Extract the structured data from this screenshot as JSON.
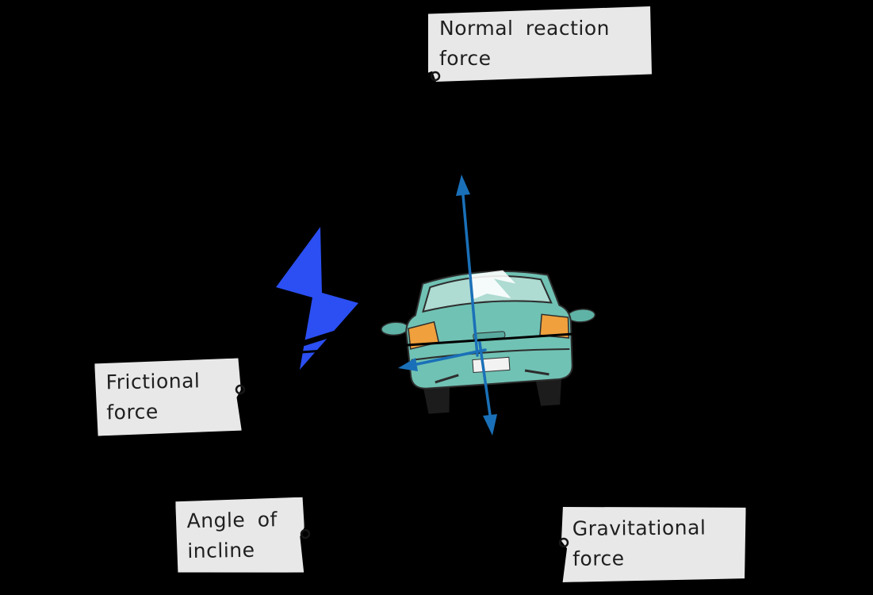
{
  "figure": {
    "background_color": "#000000",
    "labels": {
      "normal_reaction": {
        "line1": "Normal reaction",
        "line2": "force"
      },
      "frictional": {
        "line1": "Frictional",
        "line2": "force"
      },
      "angle_of_incline": {
        "line1": "Angle of",
        "line2": "incline"
      },
      "gravitational": {
        "line1": "Gravitational",
        "line2": "force"
      }
    },
    "colors": {
      "arrow": "#1a70b8",
      "label_background": "#e8e8e8",
      "label_text": "#1f1f1f",
      "car_body": "#70c2b4",
      "car_window": "#aedbd2",
      "car_taillight": "#f0a03c",
      "bolt_blue": "#2b4ff2",
      "incline_line": "#000000"
    },
    "icons": {
      "lightning_bolt": "lightning-bolt-icon",
      "car": "car-rear-icon"
    },
    "arrows": [
      {
        "name": "normal-reaction-arrow",
        "direction": "up-perpendicular-to-incline"
      },
      {
        "name": "gravitational-force-arrow",
        "direction": "straight-down"
      },
      {
        "name": "frictional-force-arrow",
        "direction": "down-slope-left"
      }
    ]
  }
}
